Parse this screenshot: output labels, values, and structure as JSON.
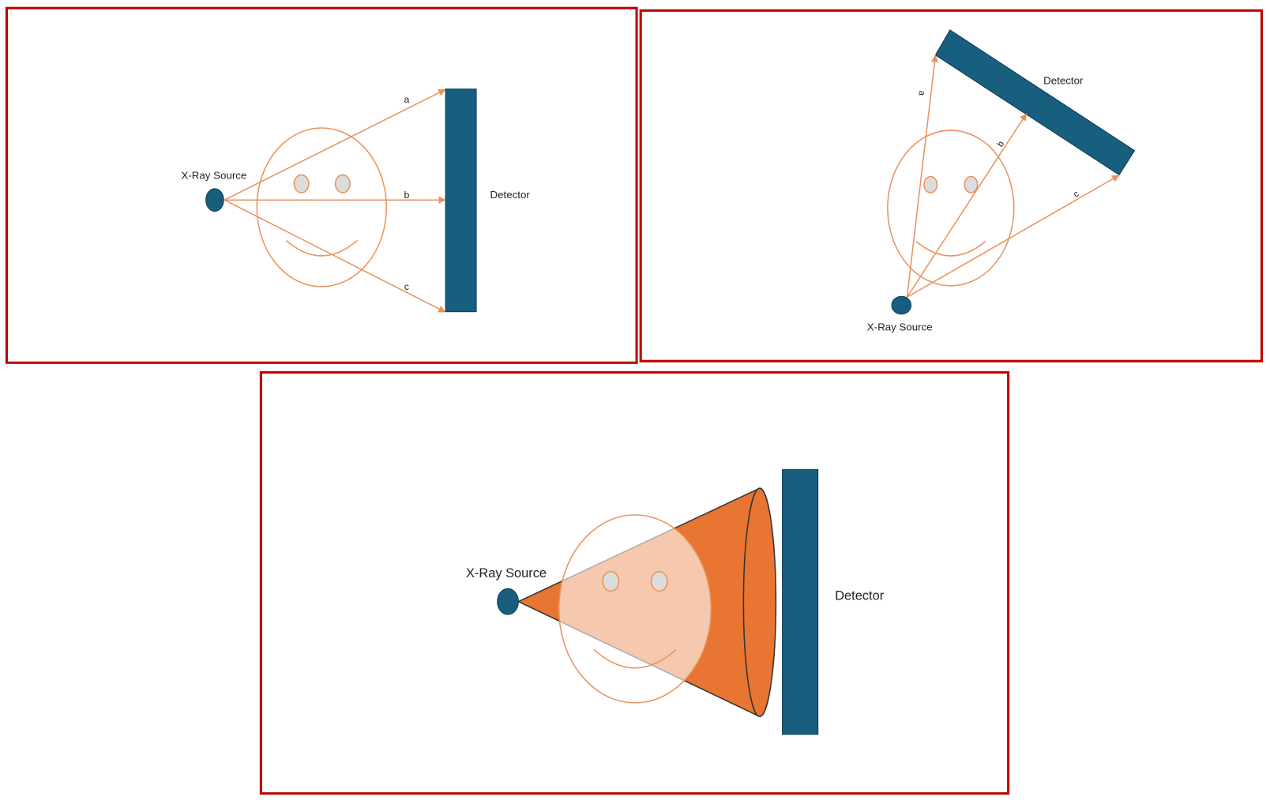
{
  "panels": [
    {
      "source_label": "X-Ray Source",
      "detector_label": "Detector",
      "ray_labels": [
        "a",
        "b",
        "c"
      ]
    },
    {
      "source_label": "X-Ray Source",
      "detector_label": "Detector",
      "ray_labels": [
        "a",
        "b",
        "c"
      ]
    },
    {
      "source_label": "X-Ray Source",
      "detector_label": "Detector"
    }
  ],
  "colors": {
    "border": "#c00000",
    "detector": "#175e7f",
    "ray": "#e8935e",
    "cone": "#e87532",
    "eye": "#dcdcdc"
  }
}
